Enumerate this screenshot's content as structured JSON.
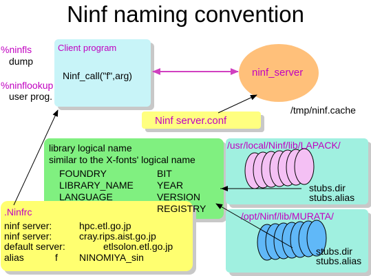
{
  "title": "Ninf naming convention",
  "commands": {
    "ninfls": "%ninfls",
    "ninfls_sub": "dump",
    "ninflookup": "%ninflookup",
    "ninflookup_sub": "user prog."
  },
  "client": {
    "label": "Client program",
    "call": "Ninf_call(\"f\",arg)"
  },
  "server": {
    "name": "ninf_server",
    "cache": "/tmp/ninf.cache"
  },
  "server_conf": "Ninf server.conf",
  "library": {
    "heading1": "library logical name",
    "heading2": "similar to the X-fonts' logical name",
    "left": [
      "FOUNDRY",
      "LIBRARY_NAME",
      "LANGUAGE"
    ],
    "right": [
      "BIT",
      "YEAR",
      "VERSION",
      "REGISTRY"
    ]
  },
  "lapack": {
    "path": "/usr/local/Ninf/lib/LAPACK/",
    "files": [
      "stubs.dir",
      "stubs.alias"
    ]
  },
  "murata": {
    "path": "/opt/Ninf/lib/MURATA/",
    "files": [
      "stubs.dir",
      "stubs.alias"
    ]
  },
  "ninfrc": {
    "title": ".Ninfrc",
    "rows": [
      {
        "key": "ninf server:",
        "value": "hpc.etl.go.jp"
      },
      {
        "key": "ninf server:",
        "value": "cray.rips.aist.go.jp"
      },
      {
        "key": "default server:",
        "value": "etlsolon.etl.go.jp"
      },
      {
        "key": "alias",
        "mid": "f",
        "value": "NINOMIYA_sin"
      }
    ]
  },
  "colors": {
    "client_box": "#c8f4f8",
    "server_ellipse": "#ffc07a",
    "conf_box": "#ffff80",
    "library_box": "#80f080",
    "dir_box": "#a0f0e0",
    "lapack_disks": "#f4c0f4",
    "murata_disks": "#60b8f8",
    "ninfrc_box": "#ffff70",
    "magenta": "#c000c0",
    "arrow_magenta": "#d040c0"
  }
}
